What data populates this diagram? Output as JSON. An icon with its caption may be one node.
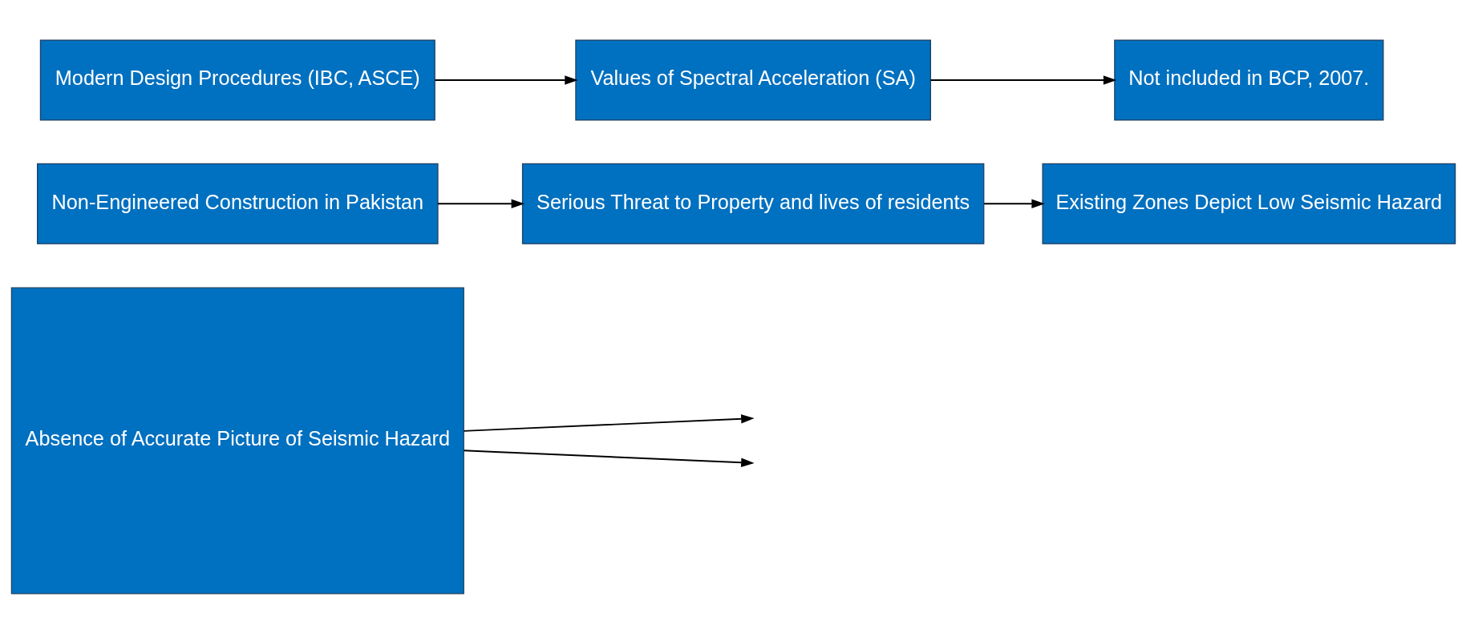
{
  "diagram": {
    "nodes": [
      {
        "text": [
          "Absence of Accurate Picture of Seismic Hazard"
        ]
      },
      {
        "text": [
          "Non-Engineered Construction in Pakistan"
        ]
      },
      {
        "text": [
          "Serious Threat to Property and lives of residents"
        ]
      },
      {
        "text": [
          "Existing Zones Depict Low Seismic Hazard"
        ]
      },
      {
        "text": [
          "Modern Design Procedures (IBC, ASCE)"
        ]
      },
      {
        "text": [
          "Values of Spectral Acceleration (SA)"
        ]
      },
      {
        "text": [
          "Not included in BCP, 2007."
        ]
      }
    ],
    "edges": [
      {
        "from": 0,
        "to": null,
        "arrow": "to"
      },
      {
        "from": 0,
        "to": null,
        "arrow": "to"
      },
      {
        "from": 1,
        "to": 2,
        "arrow": "to"
      },
      {
        "from": 2,
        "to": 3,
        "arrow": "to"
      },
      {
        "from": 4,
        "to": 5,
        "arrow": "to"
      },
      {
        "from": 5,
        "to": 6,
        "arrow": "to"
      }
    ]
  }
}
